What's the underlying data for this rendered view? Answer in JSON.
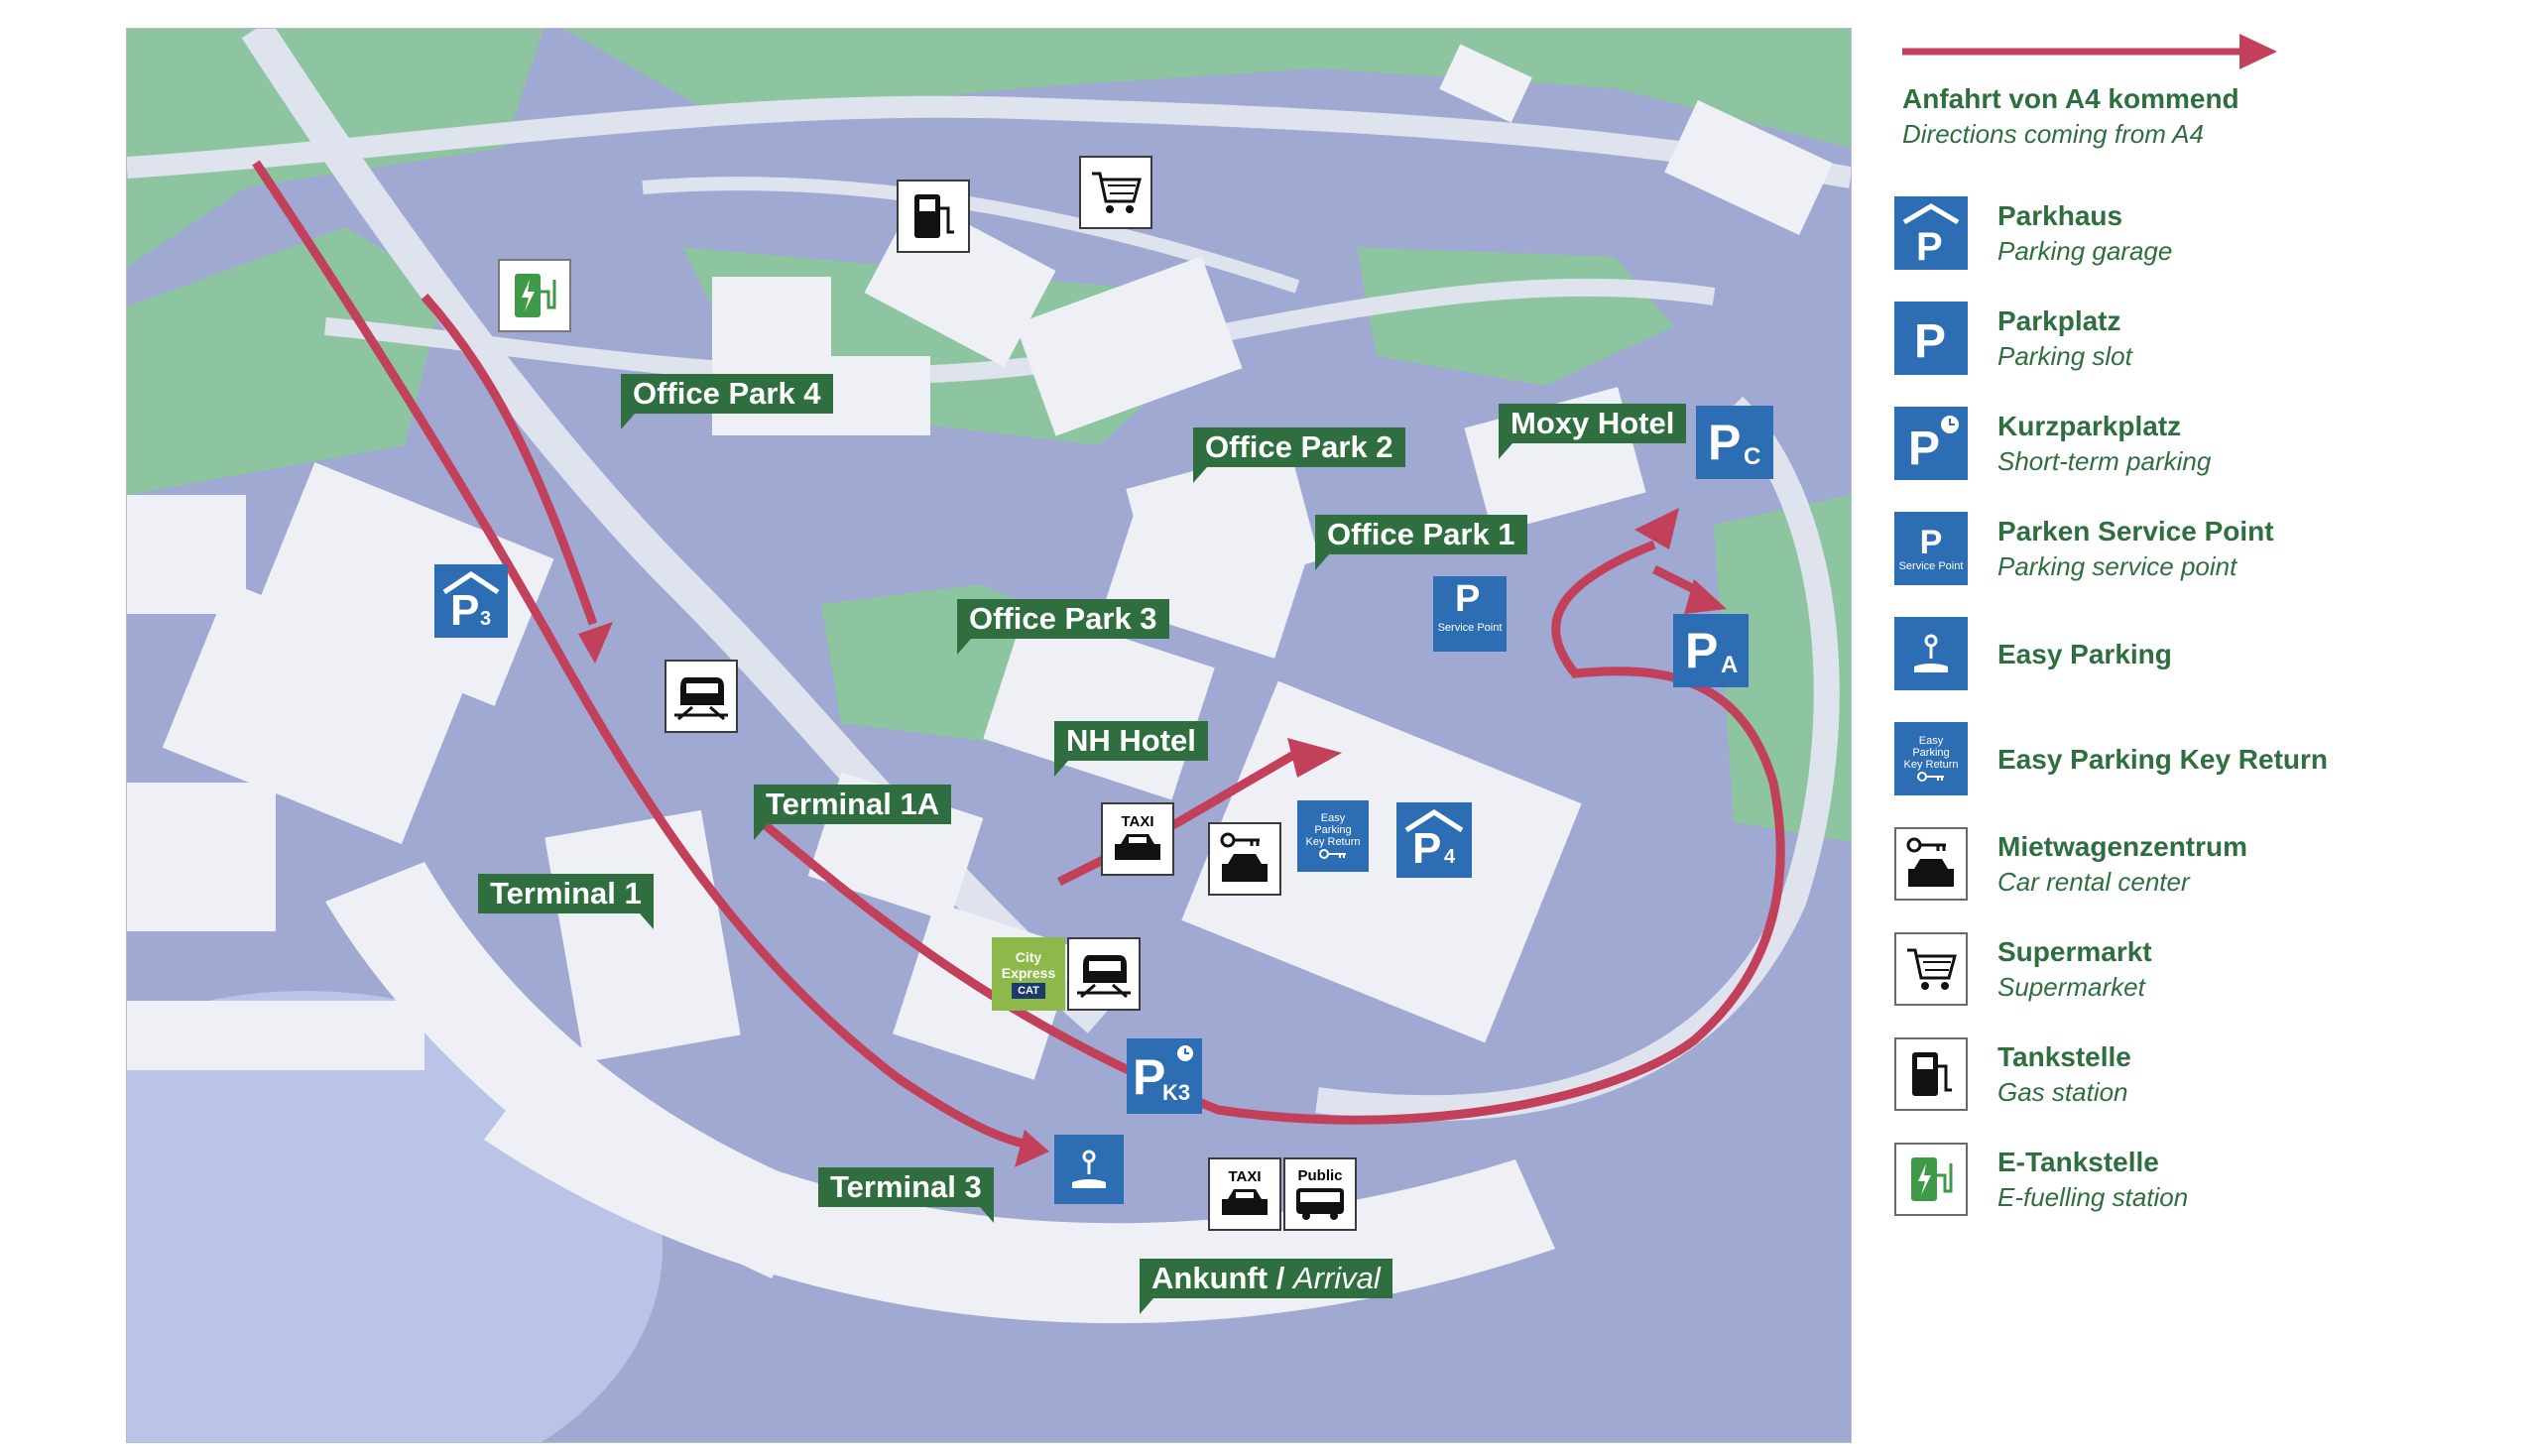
{
  "colors": {
    "route": "#c2405a",
    "label_green": "#2e6e3f",
    "parking_blue": "#2c6db3",
    "grass": "#8cc5a0",
    "ground": "#9fa9d2",
    "building": "#eef0f6"
  },
  "map": {
    "labels": {
      "office_park_4": "Office Park 4",
      "office_park_2": "Office Park 2",
      "office_park_1": "Office Park 1",
      "office_park_3": "Office Park 3",
      "moxy_hotel": "Moxy Hotel",
      "nh_hotel": "NH Hotel",
      "terminal_1a": "Terminal 1A",
      "terminal_1": "Terminal 1",
      "terminal_3": "Terminal 3",
      "arrival_de": "Ankunft",
      "arrival_sep": "/",
      "arrival_en": "Arrival"
    },
    "parking": {
      "p3_letter": "P",
      "p3_sub": "3",
      "pc_letter": "P",
      "pc_sub": "C",
      "pa_letter": "P",
      "pa_sub": "A",
      "p4_letter": "P",
      "p4_sub": "4",
      "pk3_letter": "P",
      "pk3_sub": "K3",
      "service_letter": "P",
      "service_text": "Service Point"
    },
    "badges": {
      "taxi": "TAXI",
      "taxi2": "TAXI",
      "public": "Public",
      "city_express_1": "City",
      "city_express_2": "Express",
      "cat": "CAT",
      "easy_key_1": "Easy",
      "easy_key_2": "Parking",
      "easy_key_3": "Key Return"
    },
    "icons": [
      "train-icon",
      "taxi-icon",
      "bus-icon",
      "car-rental-icon",
      "supermarket-icon",
      "gas-station-icon",
      "e-fuelling-icon",
      "easy-parking-icon"
    ]
  },
  "legend": {
    "route_title": "Anfahrt von A4 kommend",
    "route_sub": "Directions coming from A4",
    "items": [
      {
        "title": "Parkhaus",
        "sub": "Parking garage",
        "icon": "parking-garage-icon"
      },
      {
        "title": "Parkplatz",
        "sub": "Parking slot",
        "icon": "parking-slot-icon"
      },
      {
        "title": "Kurzparkplatz",
        "sub": "Short-term parking",
        "icon": "short-term-parking-icon"
      },
      {
        "title": "Parken Service Point",
        "sub": "Parking service point",
        "icon": "parking-service-point-icon",
        "icon_text": "Service Point"
      },
      {
        "title": "Easy Parking",
        "sub": "",
        "icon": "easy-parking-icon"
      },
      {
        "title": "Easy Parking Key Return",
        "sub": "",
        "icon": "easy-parking-key-return-icon",
        "icon_text_1": "Easy",
        "icon_text_2": "Parking",
        "icon_text_3": "Key Return"
      },
      {
        "title": "Mietwagenzentrum",
        "sub": "Car rental center",
        "icon": "car-rental-icon"
      },
      {
        "title": "Supermarkt",
        "sub": "Supermarket",
        "icon": "supermarket-icon"
      },
      {
        "title": "Tankstelle",
        "sub": "Gas station",
        "icon": "gas-station-icon"
      },
      {
        "title": "E-Tankstelle",
        "sub": "E-fuelling station",
        "icon": "e-fuelling-icon"
      }
    ]
  }
}
